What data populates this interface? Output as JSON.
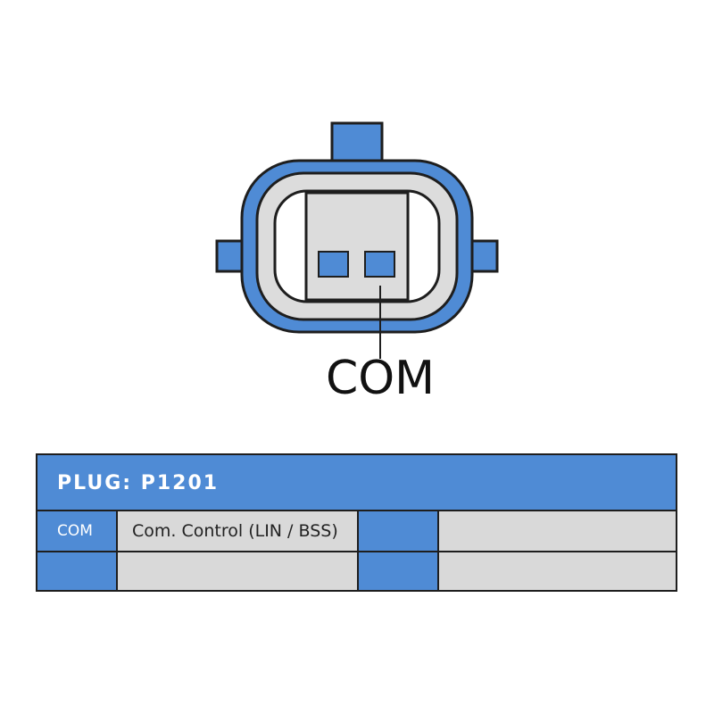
{
  "connector": {
    "callout_label": "COM",
    "colors": {
      "housing": "#4f8bd5",
      "insert": "#dcdcdc",
      "terminal": "#4f8bd5",
      "outline": "#1e1e1e"
    }
  },
  "table": {
    "title": "PLUG: P1201",
    "rows": [
      {
        "pin_a": "COM",
        "desc_a": "Com. Control (LIN / BSS)",
        "pin_b": "",
        "desc_b": ""
      },
      {
        "pin_a": "",
        "desc_a": "",
        "pin_b": "",
        "desc_b": ""
      }
    ],
    "colors": {
      "header": "#4f8bd5",
      "cell": "#d9d9d9",
      "border": "#1e1e1e"
    }
  }
}
